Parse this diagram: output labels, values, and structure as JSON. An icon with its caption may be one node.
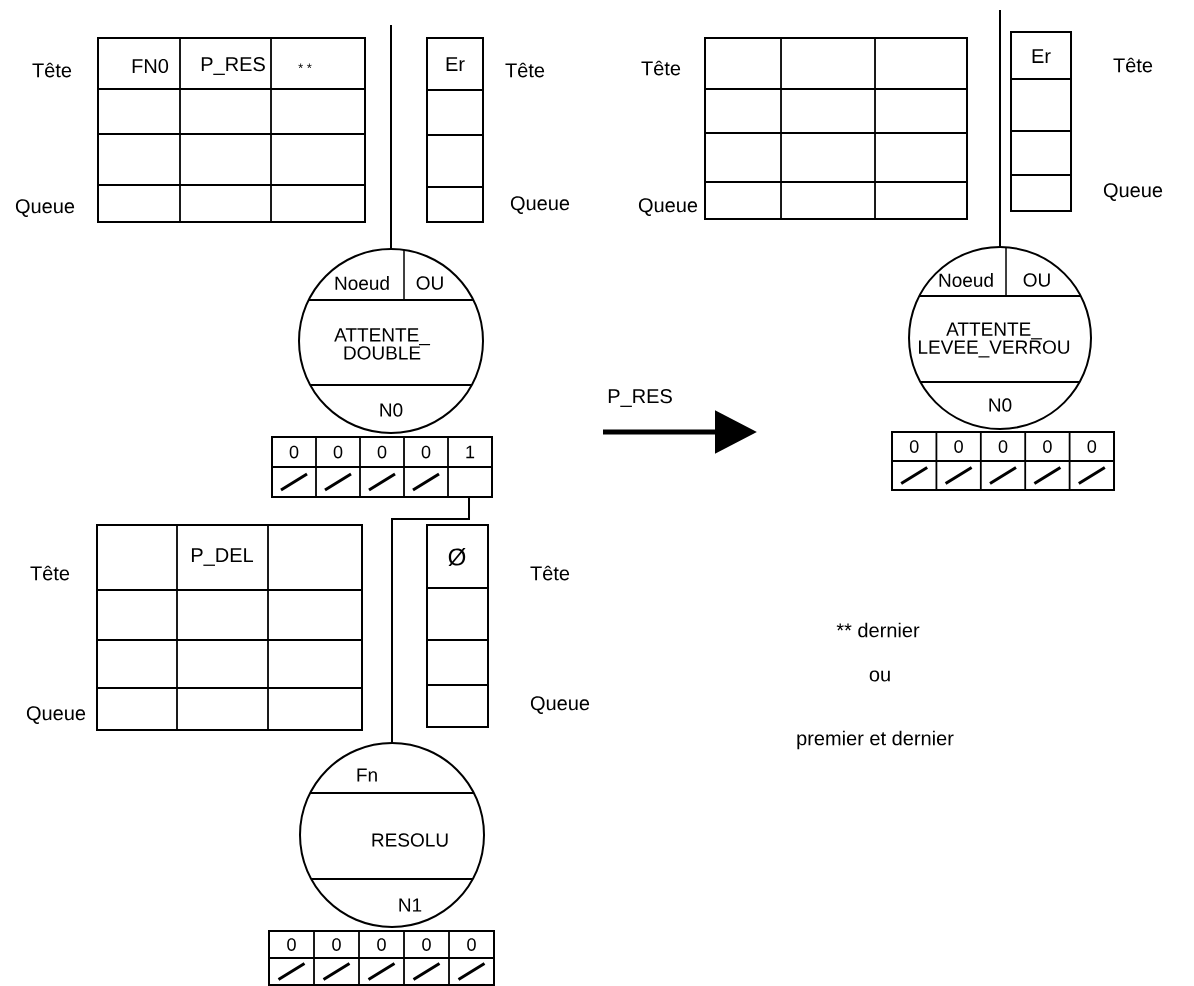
{
  "diagram": {
    "nodes": [
      {
        "text": [
          "FN0",
          "P_RES",
          "* *"
        ],
        "beside": [
          "Tête",
          "Queue"
        ]
      },
      {
        "text": [
          "Er"
        ],
        "beside": [
          "Tête",
          "Queue"
        ]
      },
      {
        "text": [
          "Noeud",
          "OU",
          "ATTENTE_ DOUBLE",
          "N0"
        ]
      },
      {
        "text": [
          "0",
          "0",
          "0",
          "0",
          "1"
        ]
      },
      {
        "text": [
          "P_DEL"
        ],
        "beside": [
          "Tête",
          "Queue"
        ]
      },
      {
        "text": [
          "Ø"
        ],
        "beside": [
          "Tête",
          "Queue"
        ]
      },
      {
        "text": [
          "Fn",
          "RESOLU",
          "N1"
        ]
      },
      {
        "text": [
          "0",
          "0",
          "0",
          "0",
          "0"
        ]
      },
      {
        "text": [],
        "shape": "box",
        "beside": [
          "Tête",
          "Queue"
        ]
      },
      {
        "text": [
          "Er"
        ],
        "beside": [
          "Tête",
          "Queue"
        ]
      },
      {
        "text": [
          "Noeud",
          "OU",
          "ATTENTE_ LEVEE_VERROU",
          "N0"
        ]
      },
      {
        "text": [
          "0",
          "0",
          "0",
          "0",
          "0"
        ]
      }
    ],
    "edges": [
      {
        "from": null,
        "to": 2,
        "arrow": "none"
      },
      {
        "from": 3,
        "to": 6,
        "arrow": "none"
      },
      {
        "from": null,
        "to": 10,
        "arrow": "none"
      }
    ],
    "labels": [
      "P_RES",
      "** dernier",
      "ou",
      "premier et dernier"
    ]
  }
}
